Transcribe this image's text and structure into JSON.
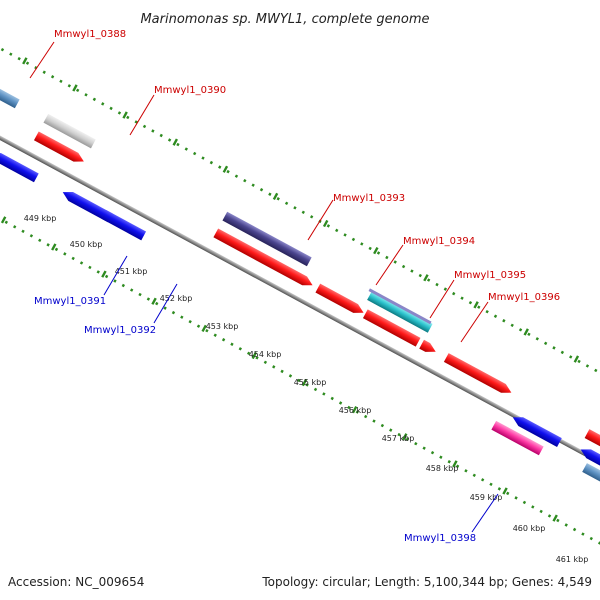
{
  "title": "Marinomonas sp. MWYL1, complete genome",
  "footer": {
    "accession": "Accession: NC_009654",
    "summary": "Topology: circular; Length: 5,100,344 bp; Genes: 4,549"
  },
  "colors": {
    "backbone": "#8c8c8c",
    "tick": "#2e8b20",
    "label_forward": "#cc0000",
    "label_reverse": "#0000cc"
  },
  "kbp_labels": [
    "449 kbp",
    "450 kbp",
    "451 kbp",
    "452 kbp",
    "453 kbp",
    "454 kbp",
    "455 kbp",
    "456 kbp",
    "457 kbp",
    "458 kbp",
    "459 kbp",
    "460 kbp",
    "461 kbp"
  ],
  "gene_labels": [
    {
      "name": "Mmwyl1_0388",
      "strand": "forward"
    },
    {
      "name": "Mmwyl1_0390",
      "strand": "forward"
    },
    {
      "name": "Mmwyl1_0393",
      "strand": "forward"
    },
    {
      "name": "Mmwyl1_0394",
      "strand": "forward"
    },
    {
      "name": "Mmwyl1_0395",
      "strand": "forward"
    },
    {
      "name": "Mmwyl1_0396",
      "strand": "forward"
    },
    {
      "name": "Mmwyl1_0391",
      "strand": "reverse"
    },
    {
      "name": "Mmwyl1_0392",
      "strand": "reverse"
    },
    {
      "name": "Mmwyl1_0398",
      "strand": "reverse"
    }
  ]
}
